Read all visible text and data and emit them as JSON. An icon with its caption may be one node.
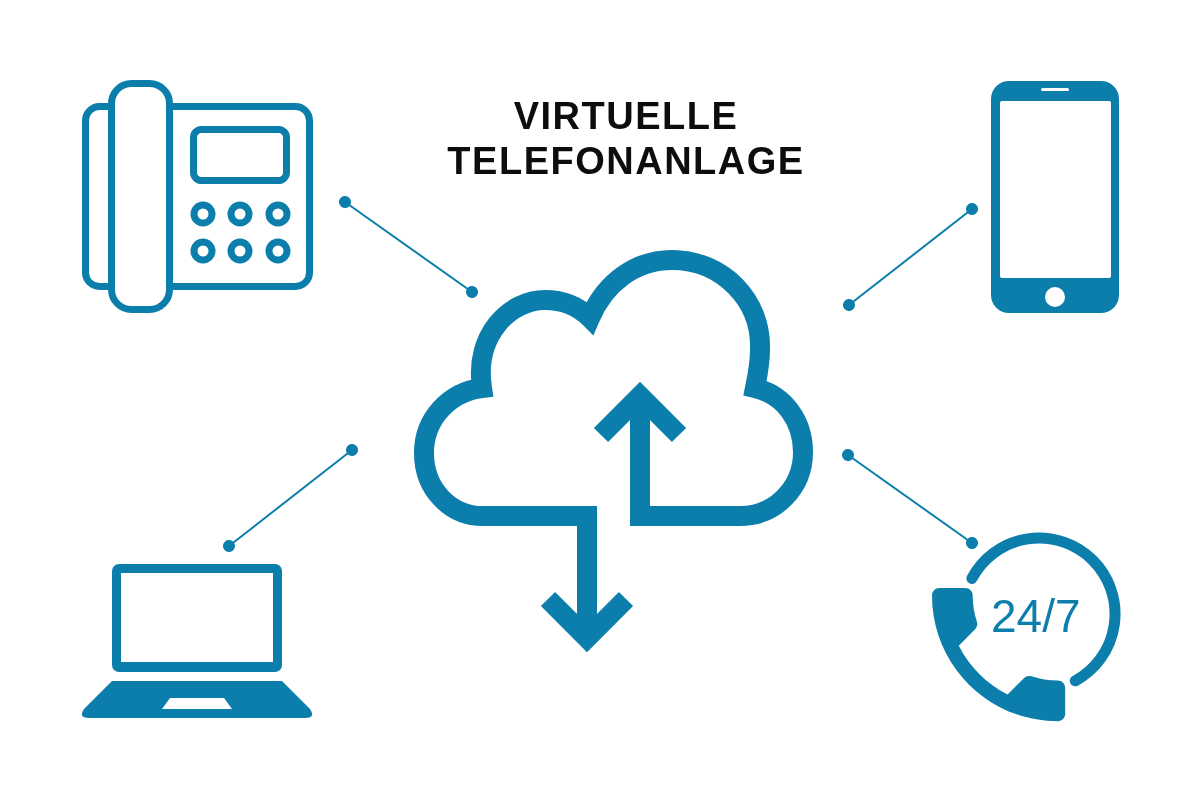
{
  "diagram": {
    "title": "VIRTUELLE TELEFONANLAGE",
    "nodes": [
      {
        "text": [],
        "shape": "picture"
      },
      {
        "text": [],
        "shape": "picture"
      },
      {
        "text": [],
        "shape": "cloud"
      },
      {
        "text": [],
        "shape": "picture"
      },
      {
        "text": [
          "24/7"
        ]
      }
    ],
    "edges": [
      {
        "from": 0,
        "to": 2,
        "arrow": "other"
      },
      {
        "from": 1,
        "to": 2,
        "arrow": "other"
      },
      {
        "from": 3,
        "to": 2,
        "arrow": "other"
      },
      {
        "from": 4,
        "to": 2,
        "arrow": "other"
      }
    ]
  }
}
